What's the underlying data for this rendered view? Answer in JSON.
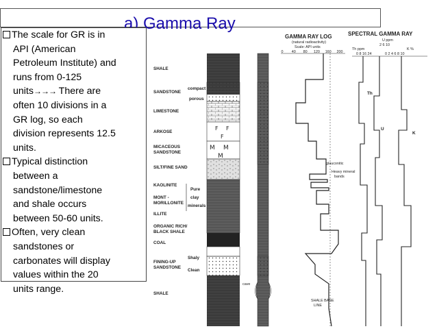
{
  "title": "a) Gamma Ray",
  "bullets": {
    "b1": {
      "line1": "The scale for GR is in",
      "line2": "API (American",
      "line3": "Petroleum Institute) and",
      "line4": "runs from 0-125",
      "line5a": "units",
      "arrows": "→→→",
      "line5b": " There are",
      "line6": "often 10 divisions in a",
      "line7": "GR log, so each",
      "line8": "division represents 12.5",
      "line9": "units."
    },
    "b2": {
      "line1": "Typical distinction",
      "line2": "between a",
      "line3": "sandstone/limestone",
      "line4": "and shale occurs",
      "line5": "between 50-60 units."
    },
    "b3": {
      "line1": "Often, very clean",
      "line2": "sandstones or",
      "line3": "carbonates will display",
      "line4": "values within the 20",
      "line5": "units range."
    }
  },
  "figure": {
    "gr_header": "GAMMA RAY LOG",
    "gr_sub1": "(natural radioactivity)",
    "gr_sub2": "Scale: API units",
    "gr_ticks": [
      "0",
      "40",
      "80",
      "120",
      "160",
      "200"
    ],
    "spec_header": "SPECTRAL GAMMA RAY",
    "spec_u": "U ppm",
    "spec_th": "Th ppm",
    "spec_k": "K %",
    "spec_u_ticks": "2  6 10",
    "spec_th_ticks": "0  8 16 24",
    "spec_k_ticks": "0  2  4  6  8  10",
    "curve_th": "Th",
    "curve_u": "U",
    "curve_k": "K",
    "lithologies": {
      "shale_top": "SHALE",
      "sandstone": "SANDSTONE",
      "compact": "compact",
      "porous": "porous",
      "limestone": "LIMESTONE",
      "arkose": "ARKOSE",
      "micaceous1": "MICACEOUS",
      "micaceous2": "SANDSTONE",
      "siltsand": "SILT/FINE SAND",
      "kaolinite": "KAOLINITE",
      "mont1": "MONT -",
      "mont2": "MORILLONITE",
      "illite": "ILLITE",
      "organic1": "ORGANIC RICH/",
      "organic2": "BLACK SHALE",
      "coal": "COAL",
      "fining1": "FINING-UP",
      "fining2": "SANDSTONE",
      "shale_bottom": "SHALE",
      "pure": "Pure",
      "clay": "clay",
      "minerals": "minerals",
      "shaly": "Shaly",
      "clean": "Clean",
      "cave": "cave"
    },
    "annotations": {
      "glauconitic": "glauconitic",
      "heavy1": "Heavy mineral",
      "heavy2": "bands",
      "shale_base1": "SHALE BASE",
      "shale_base2": "LINE"
    }
  }
}
